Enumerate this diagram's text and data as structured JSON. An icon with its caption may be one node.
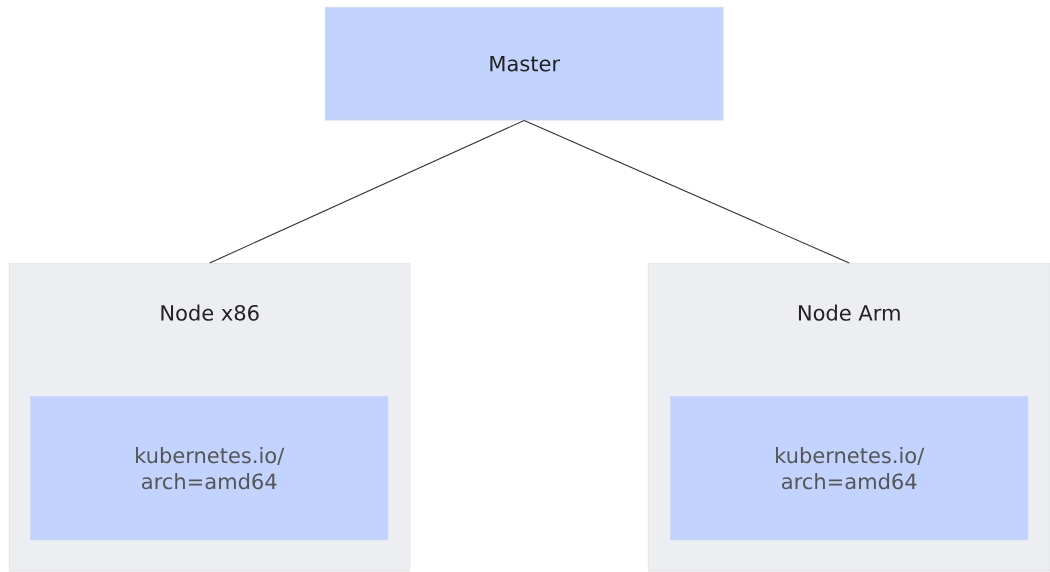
{
  "diagram": {
    "nodes": [
      {
        "text": [
          "Master"
        ]
      },
      {
        "text": [
          "Node x86"
        ]
      },
      {
        "text": [
          "kubernetes.io/ arch=amd64"
        ],
        "in": 1
      },
      {
        "text": [
          "Node Arm"
        ]
      },
      {
        "text": [
          "kubernetes.io/ arch=amd64"
        ],
        "in": 3
      }
    ],
    "edges": [
      {
        "from": 0,
        "to": 1,
        "arrow": "none"
      },
      {
        "from": 0,
        "to": 3,
        "arrow": "none"
      }
    ]
  }
}
